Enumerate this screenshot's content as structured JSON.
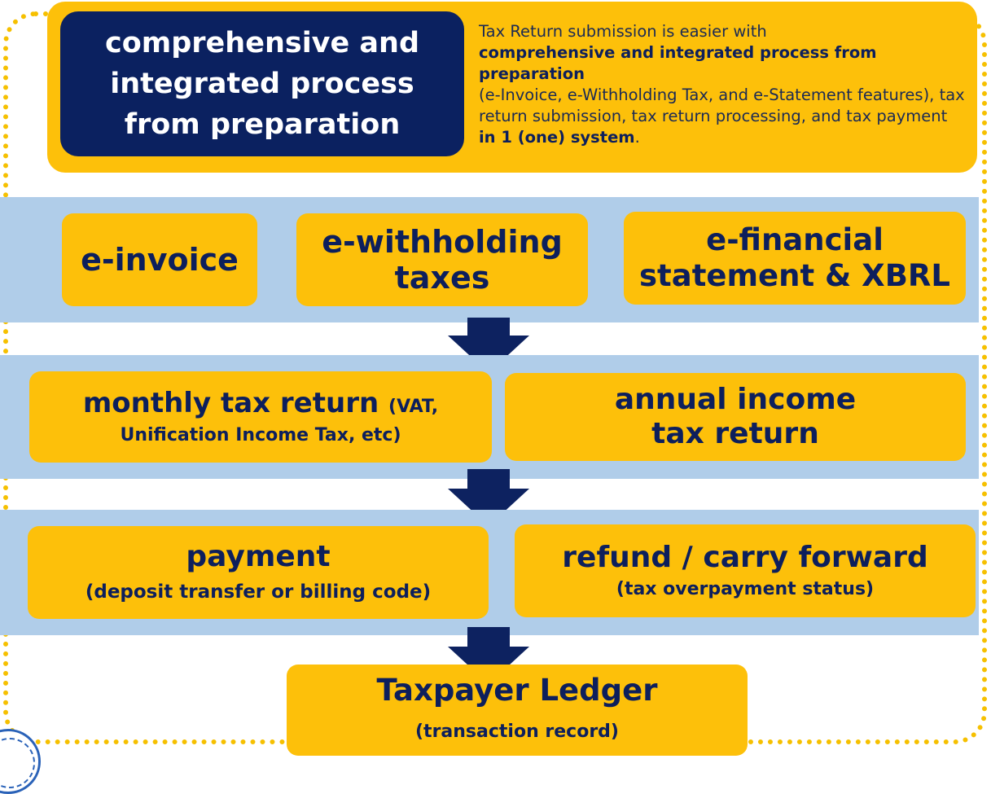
{
  "header": {
    "title": "comprehensive and integrated process from preparation",
    "description": {
      "intro": "Tax Return submission is easier with",
      "bold_phrase": "comprehensive and integrated process from preparation",
      "middle": "(e-Invoice, e-Withholding Tax, and e-Statement features), tax return submission, tax return processing, and tax payment",
      "bold_end": "in 1 (one) system",
      "end": "."
    }
  },
  "row1": {
    "items": [
      "e-invoice",
      "e-withholding taxes",
      "e-financial statement & XBRL"
    ]
  },
  "row2": {
    "monthly_main": "monthly tax return",
    "monthly_paren_1": "(VAT,",
    "monthly_paren_2": "Unification Income Tax, etc)",
    "annual": "annual income tax return"
  },
  "row3": {
    "payment_title": "payment",
    "payment_sub": "(deposit transfer or billing code)",
    "refund_title": "refund / carry forward",
    "refund_sub": "(tax overpayment status)"
  },
  "ledger": {
    "title": "Taxpayer Ledger",
    "sub": "(transaction record)"
  },
  "colors": {
    "yellow": "#fdc00a",
    "navy": "#0d2260",
    "band_blue": "#b0cde9"
  }
}
